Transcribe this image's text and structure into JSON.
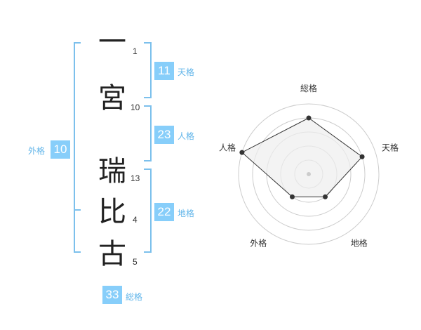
{
  "name_chars": [
    {
      "char": "一",
      "strokes": "1"
    },
    {
      "char": "宮",
      "strokes": "10"
    },
    {
      "char": "瑞",
      "strokes": "13"
    },
    {
      "char": "比",
      "strokes": "4"
    },
    {
      "char": "古",
      "strokes": "5"
    }
  ],
  "kakusu": {
    "tenkaku": {
      "value": "11",
      "label": "天格"
    },
    "jinkaku": {
      "value": "23",
      "label": "人格"
    },
    "chikaku": {
      "value": "22",
      "label": "地格"
    },
    "gaikaku": {
      "value": "10",
      "label": "外格"
    },
    "soukaku": {
      "value": "33",
      "label": "総格"
    }
  },
  "chart_data": {
    "type": "radar",
    "axes": [
      "総格",
      "天格",
      "地格",
      "外格",
      "人格"
    ],
    "values": [
      4,
      4,
      2,
      2,
      5
    ],
    "rmax": 5,
    "rings": 5,
    "colors": {
      "fill": "#eeeeee",
      "line": "#333333",
      "grid": "#cccccc",
      "point": "#333333"
    }
  }
}
